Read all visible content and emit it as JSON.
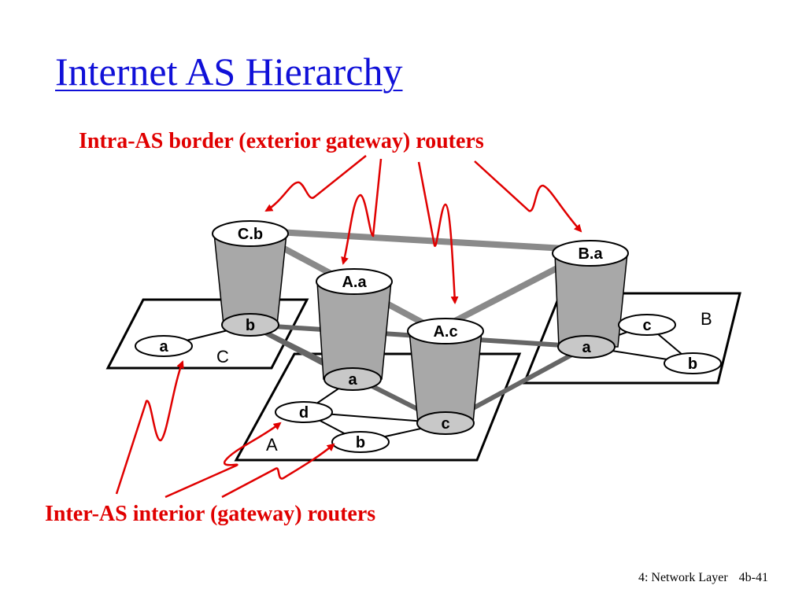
{
  "slide": {
    "title": "Internet AS Hierarchy",
    "callout_top": "Intra-AS border (exterior gateway) routers",
    "callout_bottom": "Inter-AS interior (gateway) routers",
    "footer_chapter": "4: Network Layer",
    "footer_page": "4b-41"
  },
  "diagram": {
    "as_labels": {
      "A": "A",
      "B": "B",
      "C": "C"
    },
    "border_routers": {
      "cb": "C.b",
      "aa": "A.a",
      "ac": "A.c",
      "ba": "B.a"
    },
    "interior_routers": {
      "c_b": "b",
      "c_a": "a",
      "a_a": "a",
      "a_d": "d",
      "a_b": "b",
      "a_c": "c",
      "b_a": "a",
      "b_c": "c",
      "b_b": "b"
    },
    "colors": {
      "callout": "#e00000",
      "title": "#1010d8",
      "link_gray": "#8a8a8a",
      "cylinder_gray": "#a8a8a8",
      "node_fill": "#c8c8c8"
    }
  }
}
